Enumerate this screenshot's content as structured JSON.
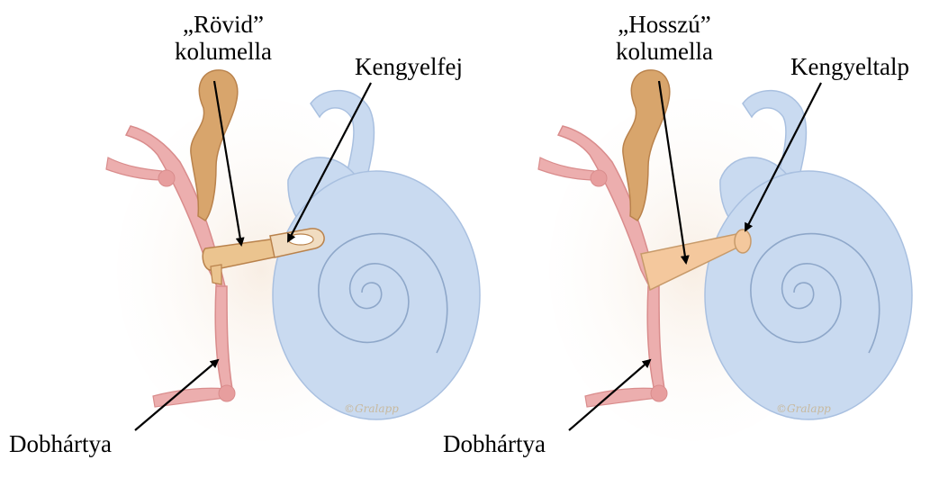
{
  "panels": [
    {
      "id": "short",
      "top_label_line1": "„Rövid”",
      "top_label_line2": "kolumella",
      "right_label": "Kengyelfej",
      "bottom_label": "Dobhártya",
      "signature": "©Gralapp"
    },
    {
      "id": "long",
      "top_label_line1": "„Hosszú”",
      "top_label_line2": "kolumella",
      "right_label": "Kengyeltalp",
      "bottom_label": "Dobhártya",
      "signature": "©Gralapp"
    }
  ],
  "colors": {
    "tympanic_membrane": "#ecaeae",
    "tympanic_membrane_outline": "#d98c8c",
    "ossicle": "#d8a56c",
    "ossicle_shade": "#b9824c",
    "columella_short": "#ebc48f",
    "columella_long": "#f4c89d",
    "inner_ear": "#c9daf0",
    "inner_ear_outline": "#a9c0e0",
    "cavity": "#f6eadf",
    "arrow": "#000000"
  }
}
